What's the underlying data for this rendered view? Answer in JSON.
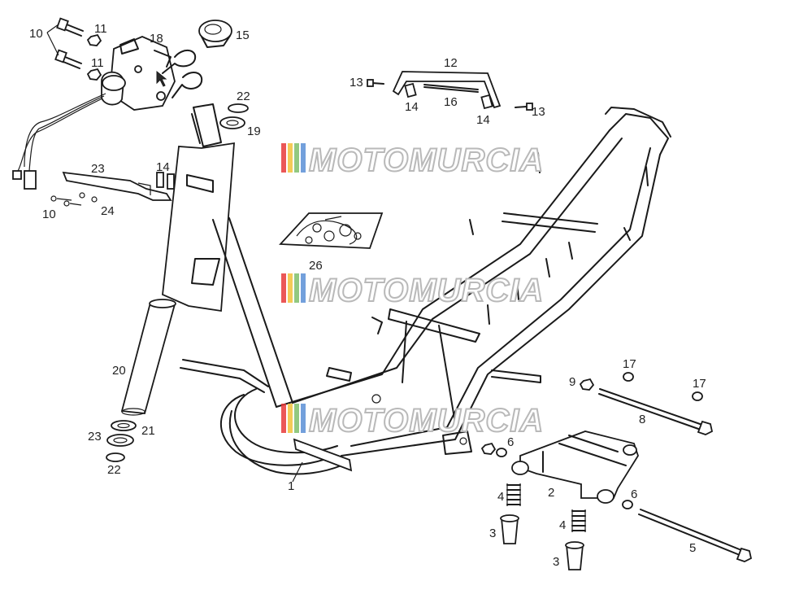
{
  "watermark": {
    "text": "MOTOMURCIA",
    "stripe_colors": [
      "#e83a3a",
      "#f2c23a",
      "#7fc06a",
      "#5a8fd6"
    ]
  },
  "callouts": [
    "1",
    "2",
    "3",
    "3",
    "4",
    "4",
    "5",
    "6",
    "6",
    "8",
    "9",
    "10",
    "10",
    "11",
    "11",
    "12",
    "13",
    "13",
    "14",
    "14",
    "14",
    "15",
    "16",
    "17",
    "17",
    "18",
    "19",
    "20",
    "21",
    "22",
    "22",
    "23",
    "23",
    "24",
    "26"
  ]
}
